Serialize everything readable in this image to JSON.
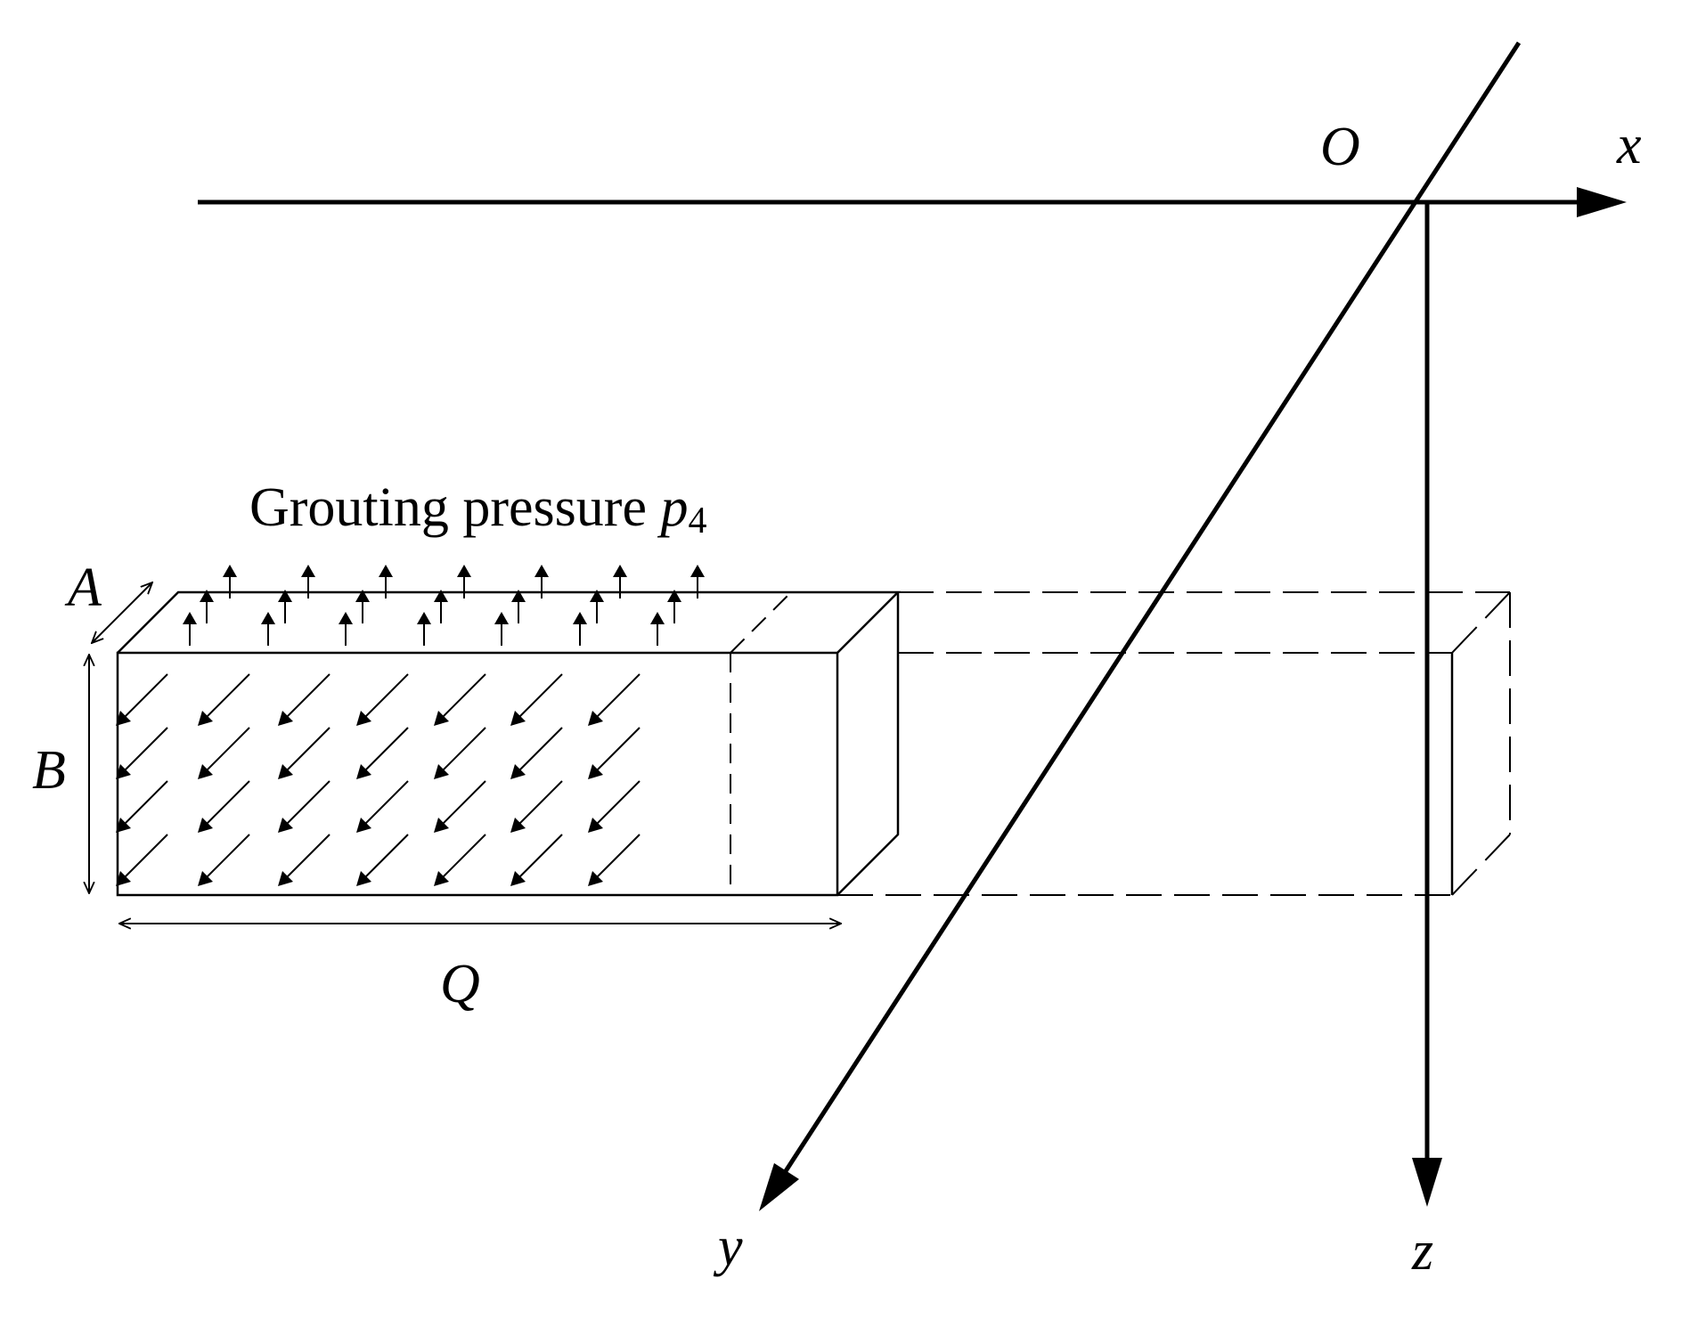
{
  "diagram": {
    "caption": {
      "text": "Grouting pressure ",
      "var": "p",
      "sub": "4"
    },
    "labels": {
      "origin": "O",
      "x_axis": "x",
      "y_axis": "y",
      "z_axis": "z",
      "dim_a": "A",
      "dim_b": "B",
      "dim_q": "Q"
    },
    "colors": {
      "line": "#000000",
      "background": "#ffffff"
    }
  }
}
